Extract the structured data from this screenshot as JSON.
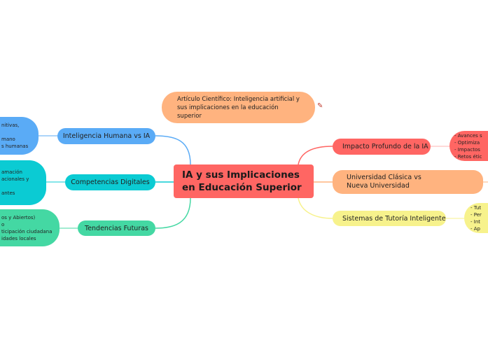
{
  "colors": {
    "red": "#ff6663",
    "orange": "#ffb37f",
    "blue": "#5aabf6",
    "teal": "#0bcbd3",
    "green": "#44d8a3",
    "yellow": "#f7f28c"
  },
  "central": {
    "title": "IA y sus Implicaciones en Educación Superior"
  },
  "article": {
    "text": "Artículo Científico: Inteligencia artificial y sus implicaciones en la educación superior",
    "icon": "note-icon"
  },
  "left": [
    {
      "label": "Inteligencia Humana vs IA",
      "details": [
        "nitivas,",
        "",
        "mano",
        "s humanas"
      ]
    },
    {
      "label": "Competencias Digitales",
      "details": [
        "amación",
        "acionales y",
        "",
        "antes"
      ]
    },
    {
      "label": "Tendencias Futuras",
      "details": [
        "os y Abiertos)",
        "o",
        "ticipación ciudadana",
        "idades locales"
      ]
    }
  ],
  "right": [
    {
      "label": "Impacto Profundo de la IA",
      "details": [
        "- Avances s",
        "- Optimiza",
        "- Impactos",
        "- Retos étic"
      ]
    },
    {
      "label": "Universidad Clásica vs Nueva Universidad"
    },
    {
      "label": "Sistemas de Tutoría Inteligente",
      "details": [
        "- Tut",
        "- Per",
        "- Int",
        "- Ap"
      ]
    }
  ]
}
